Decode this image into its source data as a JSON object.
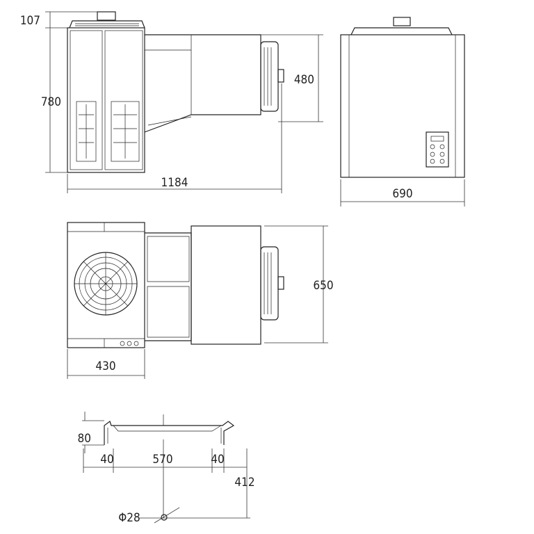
{
  "dimensions": {
    "top_cap": "107",
    "height_total": "780",
    "evaporator_height": "480",
    "length_total": "1184",
    "width_front": "690",
    "depth": "650",
    "condenser_width": "430",
    "bracket_height": "80",
    "bracket_left_flange": "40",
    "bracket_span": "570",
    "bracket_right_flange": "40",
    "drain_offset": "412",
    "drain_diameter": "Φ28"
  },
  "colors": {
    "line": "#222222",
    "background": "#ffffff"
  }
}
